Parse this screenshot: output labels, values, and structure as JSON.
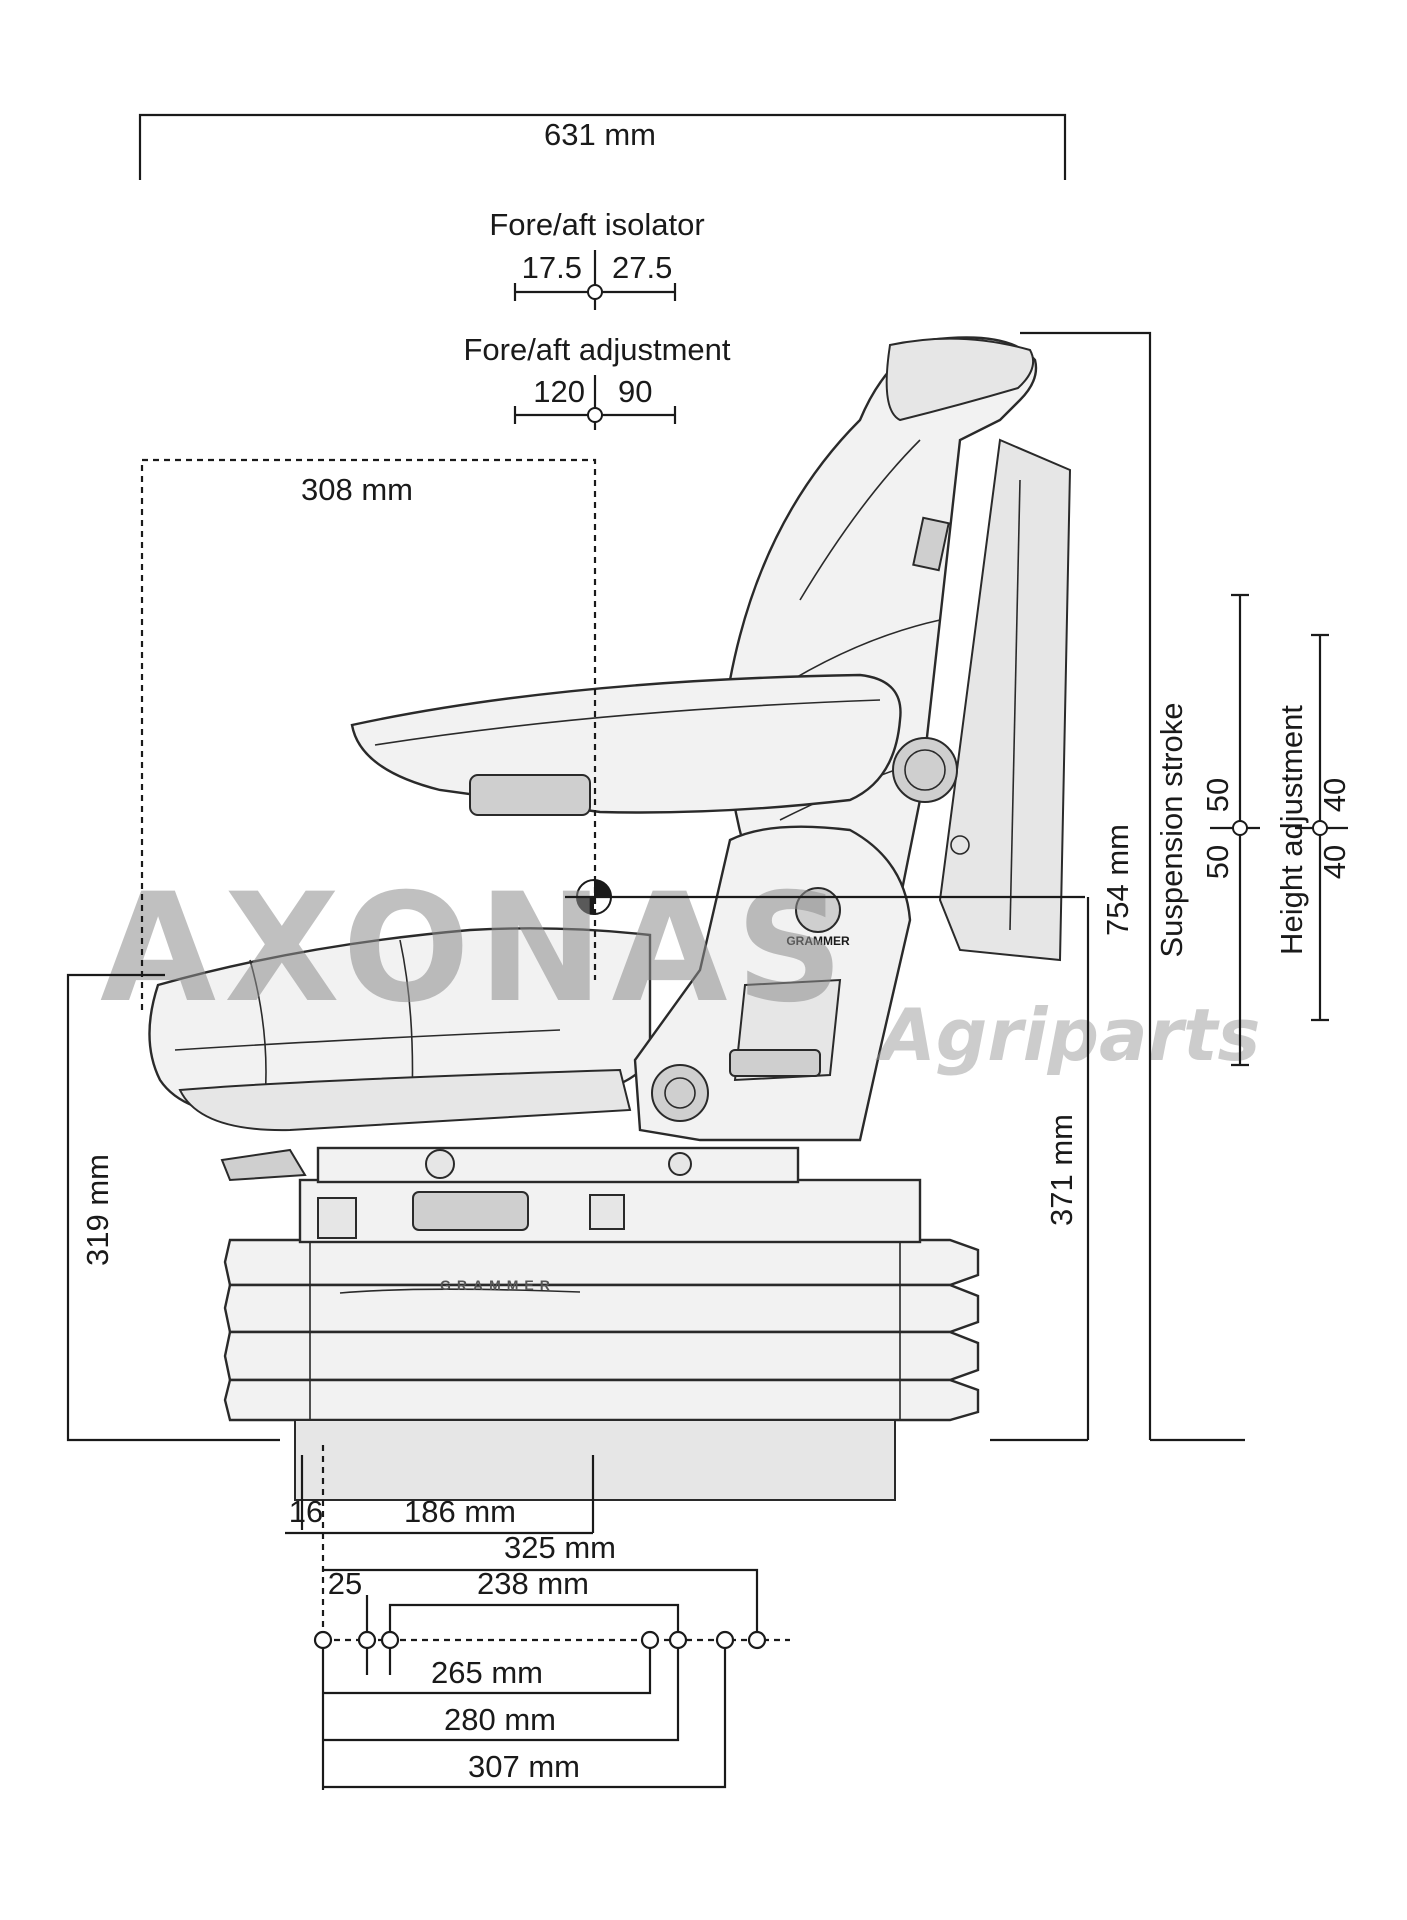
{
  "labels": {
    "overall_width": "631 mm",
    "fore_aft_isolator_title": "Fore/aft isolator",
    "isolator_left": "17.5",
    "isolator_right": "27.5",
    "fore_aft_adjustment_title": "Fore/aft adjustment",
    "adjustment_left": "120",
    "adjustment_right": "90",
    "seat_ref_depth": "308 mm",
    "overall_height": "754 mm",
    "suspension_stroke_title": "Suspension stroke",
    "suspension_up": "50",
    "suspension_down": "50",
    "height_adjustment_title": "Height adjustment",
    "height_up": "40",
    "height_down": "40",
    "sip_height": "371 mm",
    "front_height": "319 mm",
    "offset_16": "16",
    "base_186": "186 mm",
    "span_325": "325 mm",
    "offset_25": "25",
    "span_238": "238 mm",
    "span_265": "265 mm",
    "span_280": "280 mm",
    "span_307": "307 mm"
  },
  "watermark": {
    "brand": "AXONAS",
    "subtitle": "Agriparts"
  },
  "logo_text": "GRAMMER",
  "colors": {
    "line": "#1a1a1a",
    "watermark": "#8e8e8e",
    "seat_fill": "#f2f2f2"
  }
}
